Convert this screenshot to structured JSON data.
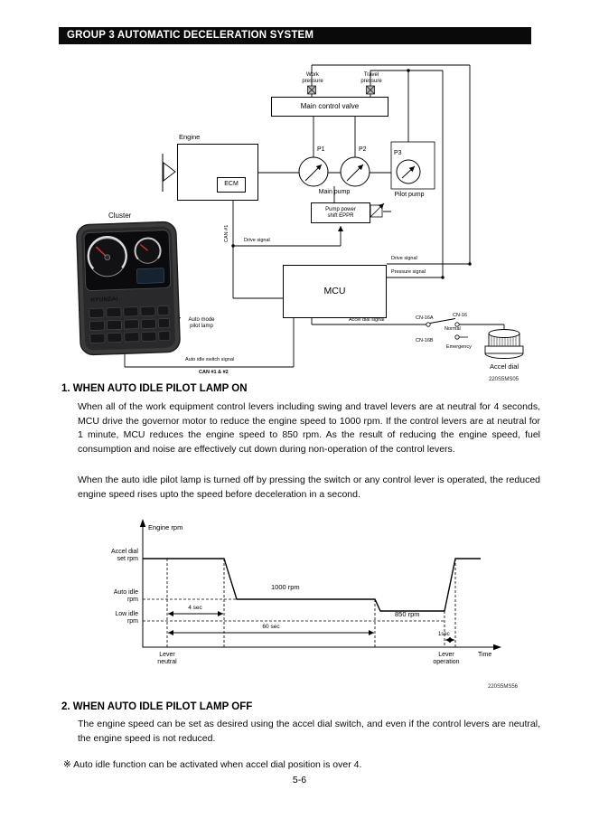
{
  "header": {
    "title": "GROUP 3  AUTOMATIC DECELERATION SYSTEM"
  },
  "diagram": {
    "ref": "220S5MS05",
    "labels": {
      "work_pressure": "Work\npressure",
      "travel_pressure": "Travel\npressure",
      "main_control_valve": "Main control valve",
      "engine": "Engine",
      "ecm": "ECM",
      "p1": "P1",
      "p2": "P2",
      "p3": "P3",
      "main_pump": "Main pump",
      "pilot_pump": "Pilot pump",
      "eppr": "Pump power\nshift EPPR",
      "mcu": "MCU",
      "cluster": "Cluster",
      "cluster_brand": "HYUNDAI",
      "auto_mode_pilot_lamp": "Auto mode\npilot lamp",
      "can1": "CAN #1",
      "drive_signal_ecm": "Drive signal",
      "drive_signal": "Drive signal",
      "pressure_signal": "Pressure signal",
      "accel_dial_signal": "Accel dial signal",
      "auto_idle_switch_signal": "Auto idle switch signal",
      "can12": "CAN #1 & #2",
      "cn16a": "CN-16A",
      "cn16": "CN-16",
      "normal": "Normal",
      "cn16b": "CN-16B",
      "emergency": "Emergency",
      "accel_dial": "Accel dial"
    }
  },
  "section1": {
    "heading": "1. WHEN AUTO IDLE PILOT LAMP ON",
    "para1": "When all of the work equipment control levers including swing and travel levers are at neutral for 4 seconds, MCU drive the governor motor to reduce the engine speed to 1000 rpm. If the control levers are at neutral for 1 minute, MCU reduces the engine speed to 850 rpm. As the result of reducing the engine speed, fuel consumption and noise are effectively cut down during non-operation of the control levers.",
    "para2": "When the auto idle pilot lamp is turned off by pressing the switch or any control lever is operated, the reduced engine speed rises upto the speed before deceleration in a second."
  },
  "chart": {
    "ref": "220S5MS56",
    "labels": {
      "engine_rpm": "Engine rpm",
      "accel_dial_set_rpm": "Accel dial\nset rpm",
      "auto_idle_rpm": "Auto idle\nrpm",
      "low_idle_rpm": "Low idle\nrpm",
      "rpm_1000": "1000 rpm",
      "rpm_850": "850 rpm",
      "sec4": "4 sec",
      "sec60": "60 sec",
      "sec1": "1sec",
      "lever_neutral": "Lever\nneutral",
      "lever_operation": "Lever\noperation",
      "time": "Time"
    }
  },
  "chart_data": {
    "type": "line",
    "title": "Engine rpm profile during auto deceleration",
    "xlabel": "Time",
    "ylabel": "Engine rpm",
    "y_level_labels": [
      "Accel dial set rpm",
      "Auto idle rpm",
      "Low idle rpm"
    ],
    "grid": false,
    "annotations": [
      "4 sec",
      "60 sec",
      "1sec",
      "1000 rpm",
      "850 rpm"
    ],
    "series": [
      {
        "name": "Engine rpm",
        "points": [
          {
            "x": "start",
            "y": "Accel dial set rpm"
          },
          {
            "x": "lever neutral",
            "y": "Accel dial set rpm"
          },
          {
            "x": "lever neutral + 4 sec",
            "y": "Accel dial set rpm"
          },
          {
            "x": "after 4 sec drop",
            "y": 1000
          },
          {
            "x": "lever neutral + 60 sec",
            "y": 1000
          },
          {
            "x": "after 60 sec drop",
            "y": 850
          },
          {
            "x": "lever operation",
            "y": 850
          },
          {
            "x": "lever operation + 1 sec",
            "y": "Accel dial set rpm"
          }
        ]
      }
    ]
  },
  "section2": {
    "heading": "2. WHEN AUTO IDLE PILOT LAMP OFF",
    "para": "The engine speed can be set as desired using the accel dial switch, and even if the control levers are neutral, the engine speed is not reduced."
  },
  "note": "※ Auto idle function can be activated when accel dial position is over 4.",
  "page_number": "5-6"
}
